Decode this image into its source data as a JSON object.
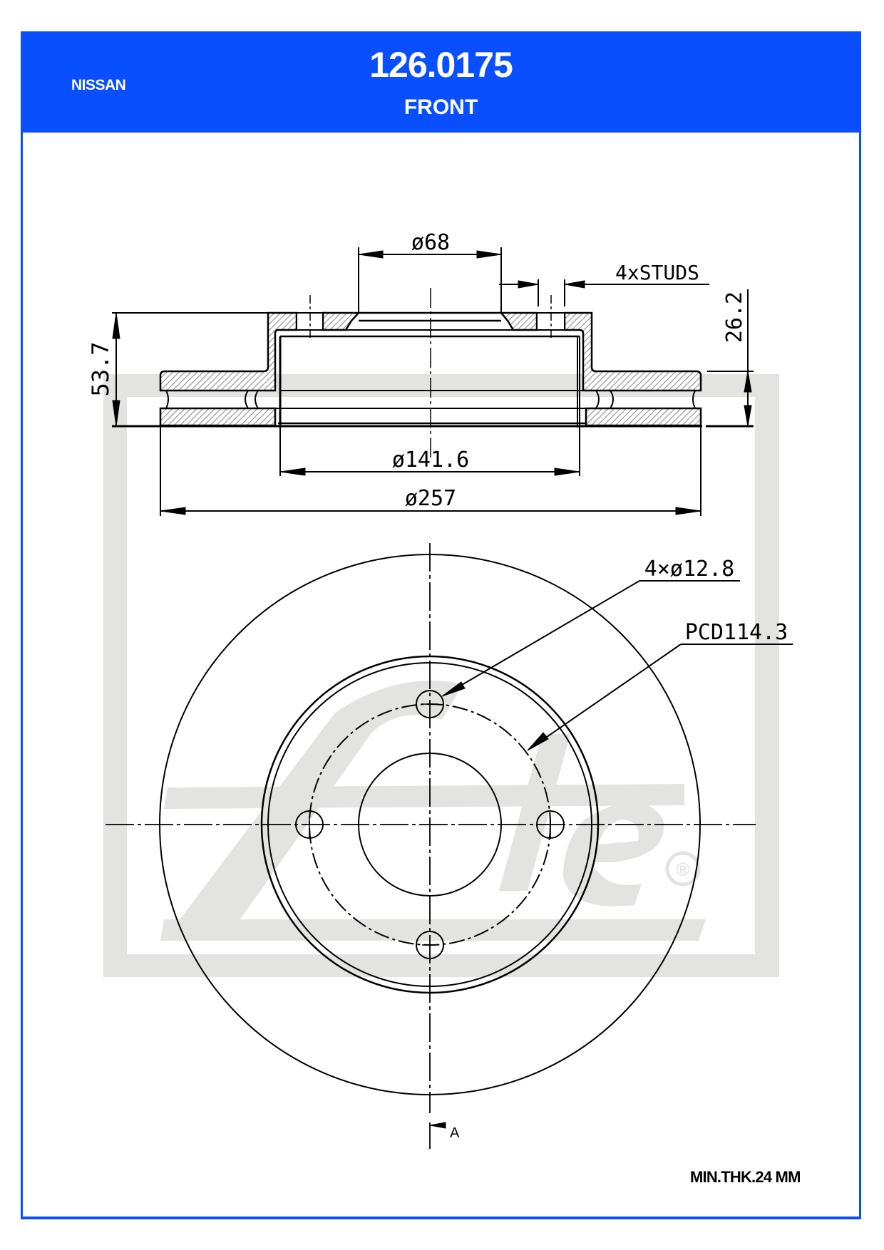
{
  "header": {
    "brand": "NISSAN",
    "part_number": "126.0175",
    "position": "FRONT",
    "background_color": "#0a4fff",
    "text_color": "#ffffff"
  },
  "cross_section": {
    "dims": {
      "center_bore": "ø68",
      "studs": "4xSTUDS",
      "hat_height": "26.2",
      "total_height": "53.7",
      "hat_diameter": "ø141.6",
      "outer_diameter": "ø257"
    }
  },
  "front_view": {
    "labels": {
      "bolt_holes": "4×ø12.8",
      "pcd": "PCD114.3",
      "section_marker": "A"
    },
    "bolt_hole_count": 4
  },
  "watermark": {
    "logo": "Ate",
    "registered_mark": "®",
    "color": "#e3e4e2"
  },
  "footer": {
    "min_thickness": "MIN.THK.24 MM"
  }
}
